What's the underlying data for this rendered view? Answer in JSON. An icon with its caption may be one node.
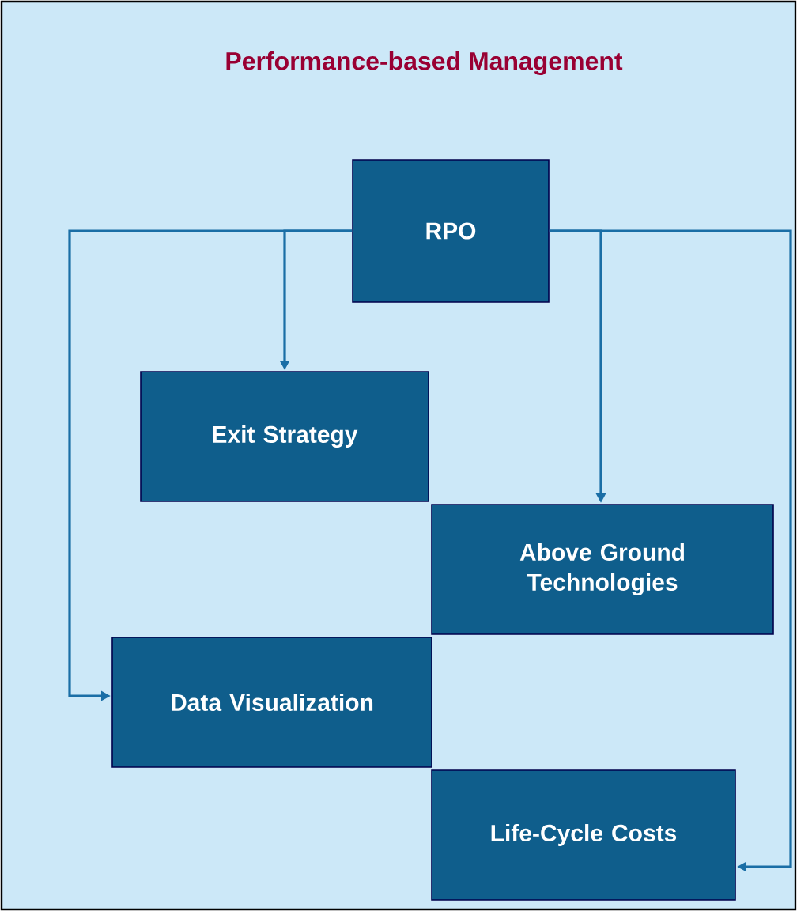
{
  "diagram": {
    "title": "Performance-based Management",
    "nodes": [
      {
        "text": [
          "RPO"
        ]
      },
      {
        "text": [
          "Exit Strategy"
        ]
      },
      {
        "text": [
          "Above Ground Technologies"
        ]
      },
      {
        "text": [
          "Data Visualization"
        ]
      },
      {
        "text": [
          "Life-Cycle Costs"
        ]
      }
    ],
    "edges": [
      {
        "from": 0,
        "to": 1,
        "arrow": "to"
      },
      {
        "from": 0,
        "to": 2,
        "arrow": "to"
      },
      {
        "from": 0,
        "to": 3,
        "arrow": "to"
      },
      {
        "from": 0,
        "to": 4,
        "arrow": "to"
      }
    ]
  }
}
